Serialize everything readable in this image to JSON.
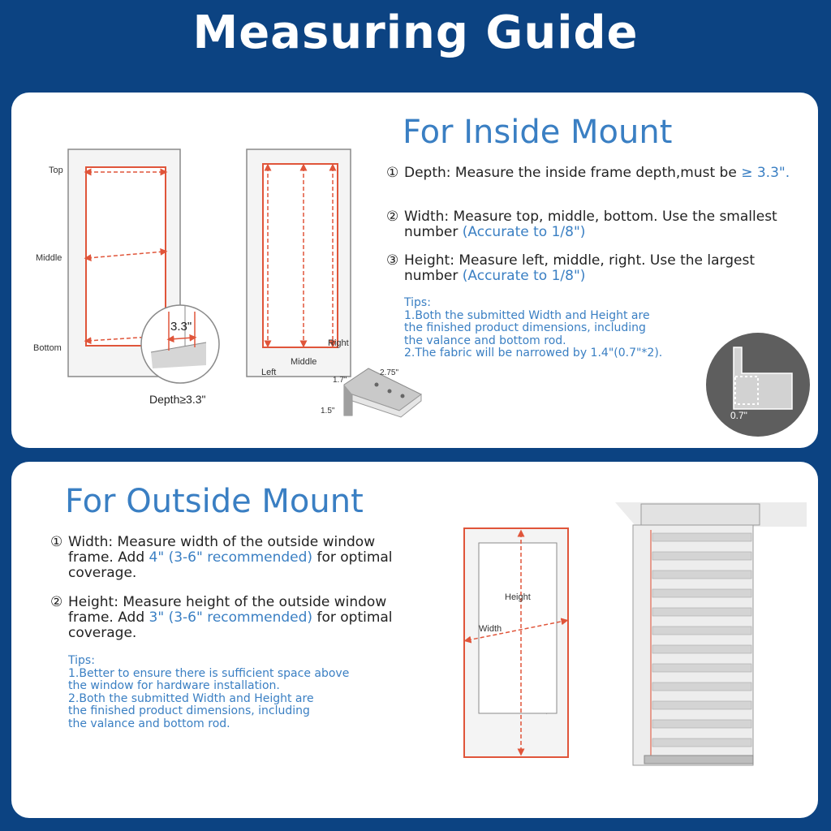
{
  "page_title": "Measuring Guide",
  "inside": {
    "heading": "For Inside Mount",
    "steps": [
      {
        "num": "①",
        "text": "Depth: Measure the inside frame depth,must be",
        "highlight": "≥ 3.3\".",
        "after": ""
      },
      {
        "num": "②",
        "text": "Width: Measure top, middle, bottom. Use the smallest number",
        "highlight": "(Accurate to 1/8\")",
        "after": ""
      },
      {
        "num": "③",
        "text": "Height: Measure left, middle, right. Use the largest number",
        "highlight": "(Accurate to 1/8\")",
        "after": ""
      }
    ],
    "tips_title": "Tips:",
    "tips_lines": [
      "1.Both the submitted Width and Height are",
      "the finished product dimensions, including",
      "the valance and bottom rod.",
      "2.The fabric will be narrowed by 1.4\"(0.7\"*2)."
    ],
    "labels": {
      "top": "Top",
      "middle": "Middle",
      "bottom": "Bottom",
      "left": "Left",
      "middle2": "Middle",
      "right": "Right",
      "depth_callout": "3.3\"",
      "depth_caption": "Depth≥3.3\"",
      "bracket_a": "1.7\"",
      "bracket_b": "2.75\"",
      "bracket_c": "1.5\"",
      "gap": "0.7\""
    }
  },
  "outside": {
    "heading": "For Outside Mount",
    "steps": [
      {
        "num": "①",
        "text": "Width: Measure width of the outside window frame. Add",
        "highlight": "4\" (3-6\" recommended)",
        "after": "for optimal coverage."
      },
      {
        "num": "②",
        "text": "Height: Measure height of the outside window frame. Add",
        "highlight": "3\" (3-6\" recommended)",
        "after": "for optimal coverage."
      }
    ],
    "tips_title": "Tips:",
    "tips_lines": [
      "1.Better to ensure there is sufficient space above",
      "the window for hardware installation.",
      "2.Both the submitted Width and Height are",
      "the finished product dimensions, including",
      "the valance and bottom rod."
    ],
    "labels": {
      "height": "Height",
      "width": "Width"
    }
  },
  "colors": {
    "background": "#0c4382",
    "accent": "#3a7fc3",
    "measure": "#e0553a"
  }
}
